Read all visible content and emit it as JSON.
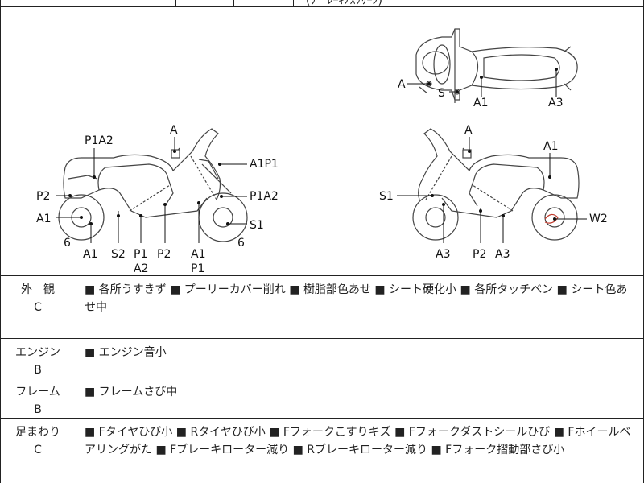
{
  "top_fragment": "(ﾌ゛ﾚｰｷﾉｽｸﾘｰﾝ)",
  "diagram": {
    "left": {
      "labels": {
        "a_top": "A",
        "p1a2_top": "P1A2",
        "a1p1_right": "A1P1",
        "p2_left": "P2",
        "p1a2_right": "P1A2",
        "a1_left": "A1",
        "s1_right": "S1",
        "six_left": "6",
        "six_right": "6",
        "bottom_a1": "A1",
        "bottom_s2": "S2",
        "bottom_p1": "P1",
        "bottom_a2": "A2",
        "bottom_p2": "P2",
        "bottom_a1b": "A1",
        "bottom_p1b": "P1"
      }
    },
    "right": {
      "labels": {
        "a_top": "A",
        "a1_top": "A1",
        "s1_left": "S1",
        "w2_right": "W2",
        "bottom_a3": "A3",
        "bottom_p2": "P2",
        "bottom_a3b": "A3"
      }
    },
    "top_view": {
      "labels": {
        "a_left": "A",
        "s": "S",
        "a1": "A1",
        "a3": "A3"
      }
    }
  },
  "rows": [
    {
      "label": "外　観",
      "grade": "C",
      "text": "■ 各所うすきず ■ プーリーカバー削れ ■ 樹脂部色あせ ■ シート硬化小 ■ 各所タッチペン ■ シート色あせ中"
    },
    {
      "label": "エンジン",
      "grade": "B",
      "text": "■ エンジン音小"
    },
    {
      "label": "フレーム",
      "grade": "B",
      "text": "■ フレームさび中"
    },
    {
      "label": "足まわり",
      "grade": "C",
      "text": "■ Fタイヤひび小 ■ Rタイヤひび小 ■ Fフォークこすりキズ ■ Fフォークダストシールひび ■ Fホイールベアリングがた ■ Fブレーキローター減り ■ Rブレーキローター減り ■ Fフォーク摺動部さび小"
    }
  ]
}
